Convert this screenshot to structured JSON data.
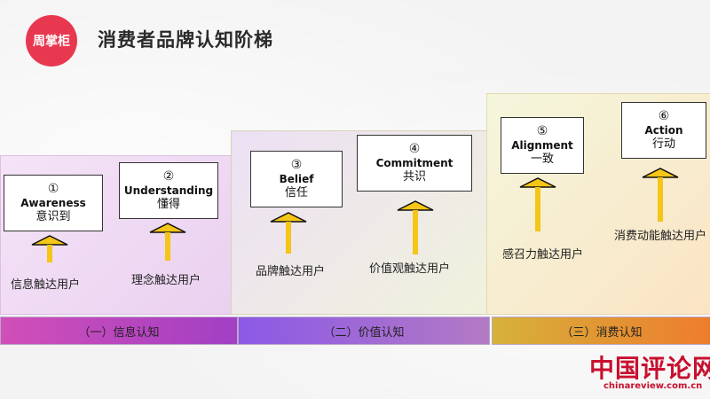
{
  "brand": {
    "name": "周掌柜",
    "color": "#e8384f"
  },
  "title": "消费者品牌认知阶梯",
  "stages": [
    {
      "label": "（一）信息认知"
    },
    {
      "label": "（二）价值认知"
    },
    {
      "label": "（三）消费认知"
    }
  ],
  "cards": [
    {
      "num": "①",
      "en": "Awareness",
      "zh": "意识到",
      "touch": "信息触达用户"
    },
    {
      "num": "②",
      "en": "Understanding",
      "zh": "懂得",
      "touch": "理念触达用户"
    },
    {
      "num": "③",
      "en": "Belief",
      "zh": "信任",
      "touch": "品牌触达用户"
    },
    {
      "num": "④",
      "en": "Commitment",
      "zh": "共识",
      "touch": "价值观触达用户"
    },
    {
      "num": "⑤",
      "en": "Alignment",
      "zh": "一致",
      "touch": "感召力触达用户"
    },
    {
      "num": "⑥",
      "en": "Action",
      "zh": "行动",
      "touch": "消费动能触达用户"
    }
  ],
  "watermark": {
    "name": "中国评论网",
    "url": "chinareview.com.cn"
  },
  "colors": {
    "arrow": "#f5c518",
    "arrowEdge": "#111111"
  }
}
